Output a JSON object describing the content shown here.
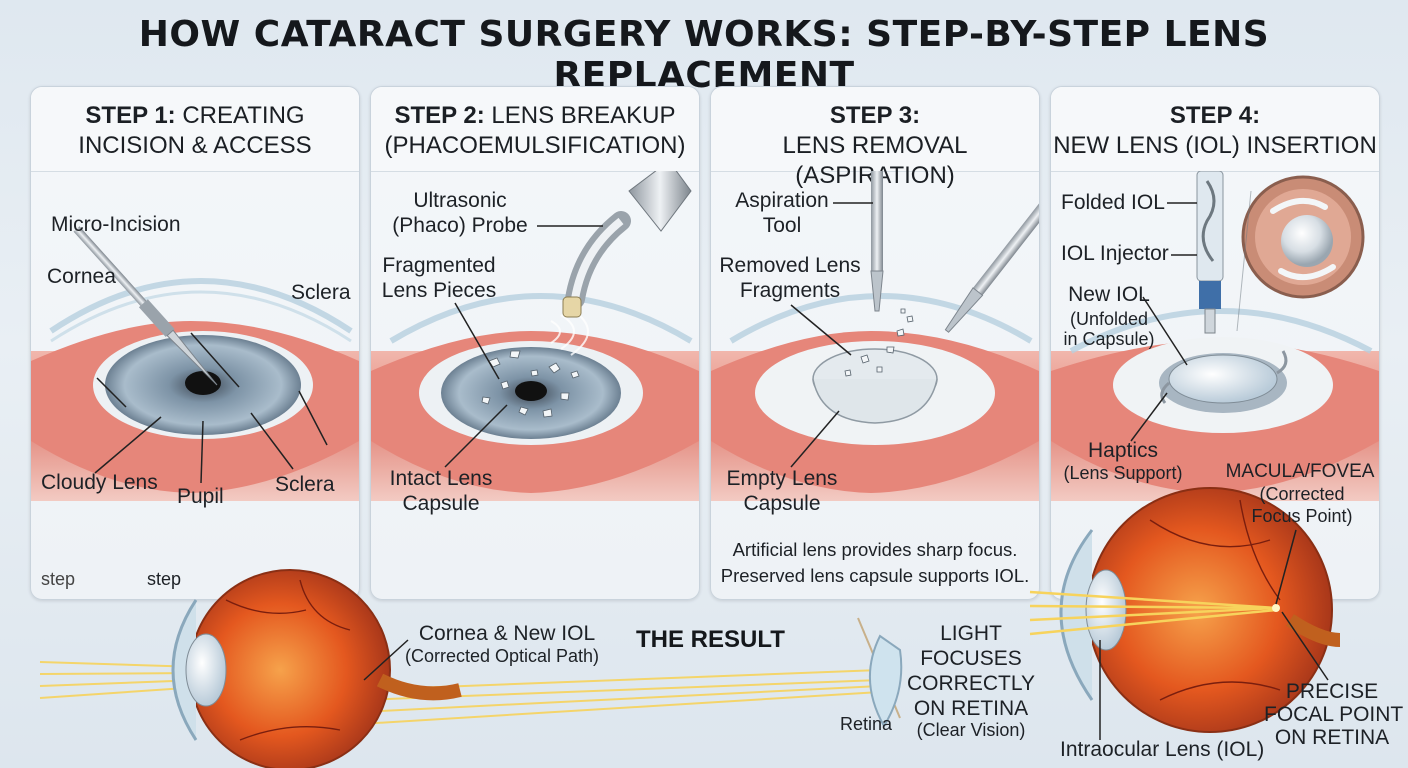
{
  "title": "HOW CATARACT SURGERY WORKS: STEP-BY-STEP LENS REPLACEMENT",
  "steps": [
    {
      "prefix": "STEP 1:",
      "line1": "CREATING",
      "line2": "INCISION & ACCESS",
      "labels": {
        "micro_incision": "Micro-Incision",
        "cornea": "Cornea",
        "sclera_top": "Sclera",
        "cloudy_lens": "Cloudy Lens",
        "pupil": "Pupil",
        "sclera_bottom": "Sclera",
        "step_a": "step",
        "step_b": "step"
      }
    },
    {
      "prefix": "STEP 2:",
      "line1": "LENS BREAKUP",
      "line2": "(PHACOEMULSIFICATION)",
      "labels": {
        "probe_1": "Ultrasonic",
        "probe_2": "(Phaco) Probe",
        "frag_1": "Fragmented",
        "frag_2": "Lens Pieces",
        "capsule_1": "Intact Lens",
        "capsule_2": "Capsule"
      }
    },
    {
      "prefix": "STEP 3:",
      "line1": "",
      "line2": "LENS REMOVAL (ASPIRATION)",
      "labels": {
        "tool_1": "Aspiration",
        "tool_2": "Tool",
        "removed_1": "Removed Lens",
        "removed_2": "Fragments",
        "empty_1": "Empty Lens",
        "empty_2": "Capsule",
        "note_1": "Artificial lens provides sharp focus.",
        "note_2": "Preserved lens capsule supports IOL."
      }
    },
    {
      "prefix": "STEP 4:",
      "line1": "",
      "line2": "NEW LENS (IOL) INSERTION",
      "labels": {
        "folded_iol": "Folded IOL",
        "injector": "IOL Injector",
        "new_iol_1": "New IOL",
        "new_iol_2": "(Unfolded",
        "new_iol_3": "in Capsule)",
        "haptics_1": "Haptics",
        "haptics_2": "(Lens Support)"
      }
    }
  ],
  "result": {
    "title": "THE RESULT",
    "cornea_iol_1": "Cornea & New IOL",
    "cornea_iol_2": "(Corrected Optical Path)",
    "retina": "Retina",
    "light_1": "LIGHT",
    "light_2": "FOCUSES",
    "light_3": "CORRECTLY",
    "light_4": "ON RETINA",
    "light_5": "(Clear Vision)",
    "macula_1": "MACULA/FOVEA",
    "macula_2": "(Corrected",
    "macula_3": "Focus Point)",
    "precise_1": "PRECISE",
    "precise_2": "FOCAL POINT",
    "precise_3": "ON RETINA",
    "iol": "Intraocular Lens (IOL)"
  },
  "colors": {
    "tissue": "#e07a6c",
    "tissue_dark": "#b9564b",
    "iris": "#8fa6b8",
    "light_beam": "#f7d35c",
    "eyeball": "#e4581f"
  }
}
